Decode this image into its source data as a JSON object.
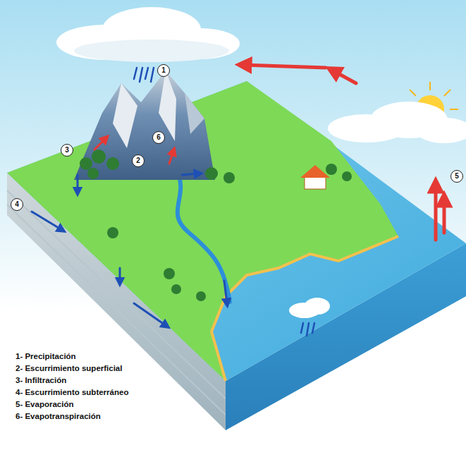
{
  "diagram": {
    "labels": [
      "1",
      "6",
      "3",
      "2",
      "5",
      "4",
      "1- Precipitación",
      "2- Escurrimiento superficial",
      "3- Infiltración",
      "4- Escurrimiento subterráneo",
      "5- Evaporación",
      "6- Evapotranspiración"
    ]
  }
}
